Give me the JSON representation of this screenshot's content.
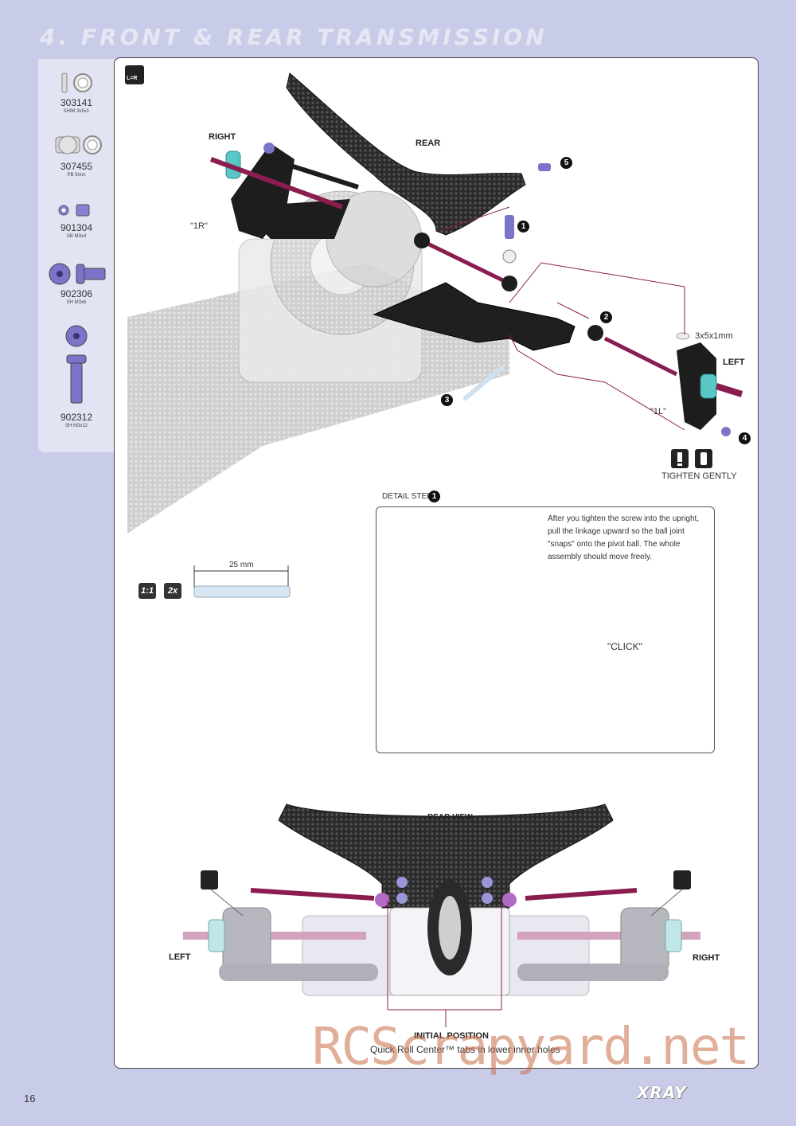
{
  "page": {
    "title": "4. FRONT & REAR TRANSMISSION",
    "page_number": "16",
    "brand": "XRAY",
    "watermark": "RCScrapyard.net",
    "colors": {
      "background": "#c9cce8",
      "panel": "#e3e4f3",
      "accent": "#8a1d4f",
      "part_purple": "#7b74c9"
    }
  },
  "parts": [
    {
      "number": "303141",
      "desc": "SHIM 3x5x1",
      "icon": "shim-icon"
    },
    {
      "number": "307455",
      "desc": "PB 5mm",
      "icon": "pivot-ball-icon"
    },
    {
      "number": "901304",
      "desc": "SB M3x4",
      "icon": "set-screw-icon"
    },
    {
      "number": "902306",
      "desc": "SH M3x6",
      "icon": "screw-icon"
    },
    {
      "number": "902312",
      "desc": "SH M3x12",
      "icon": "long-screw-icon"
    }
  ],
  "labels": {
    "right": "RIGHT",
    "rear": "REAR",
    "left": "LEFT",
    "one_r": "\"1R\"",
    "one_l": "\"1L\"",
    "shim_size": "3x5x1mm",
    "tighten_gently": "TIGHTEN GENTLY",
    "lr_icon": "L=R",
    "scale_1_1": "1:1",
    "qty_2x": "2x",
    "pin_length": "25 mm",
    "steps": [
      "1",
      "2",
      "3",
      "4",
      "5"
    ]
  },
  "detail": {
    "title": "DETAIL STEP",
    "step": "1",
    "text": "After you tighten the screw into the upright, pull the linkage upward so the ball joint \"snaps\" onto the pivot ball. The whole assembly should move freely.",
    "click": "\"CLICK\""
  },
  "rear_view": {
    "title": "REAR VIEW",
    "left": "LEFT",
    "right": "RIGHT",
    "initial_position": "INITIAL POSITION",
    "initial_note": "Quick Roll Center™ tabs in lower inner holes"
  }
}
